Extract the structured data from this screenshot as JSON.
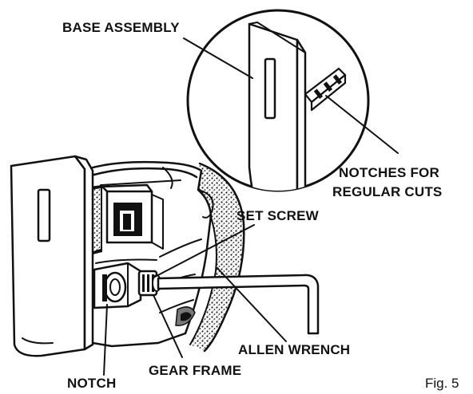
{
  "labels": {
    "base_assembly": "BASE ASSEMBLY",
    "notches_line1": "NOTCHES FOR",
    "notches_line2": "REGULAR CUTS",
    "set_screw": "SET SCREW",
    "allen_wrench": "ALLEN WRENCH",
    "notch": "NOTCH",
    "gear_frame": "GEAR FRAME"
  },
  "caption": "Fig. 5",
  "colors": {
    "ink": "#111111",
    "paper": "#ffffff"
  }
}
